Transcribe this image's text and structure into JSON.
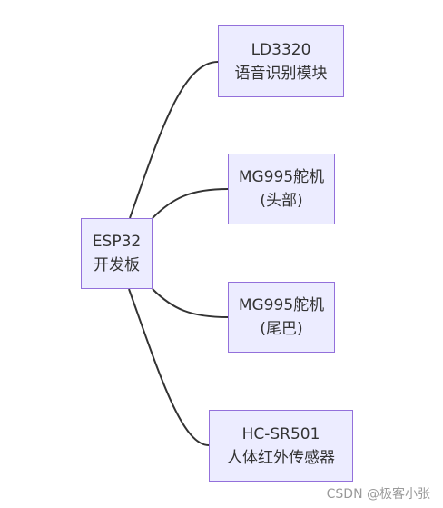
{
  "root": {
    "line1": "ESP32",
    "line2": "开发板"
  },
  "children": [
    {
      "line1": "LD3320",
      "line2": "语音识别模块"
    },
    {
      "line1": "MG995舵机",
      "line2": "(头部)"
    },
    {
      "line1": "MG995舵机",
      "line2": "(尾巴)"
    },
    {
      "line1": "HC-SR501",
      "line2": "人体红外传感器"
    }
  ],
  "watermark": "CSDN @极客小张",
  "colors": {
    "node_fill": "#ECECFF",
    "node_border": "#9370DB",
    "edge": "#333333",
    "text": "#333333"
  }
}
